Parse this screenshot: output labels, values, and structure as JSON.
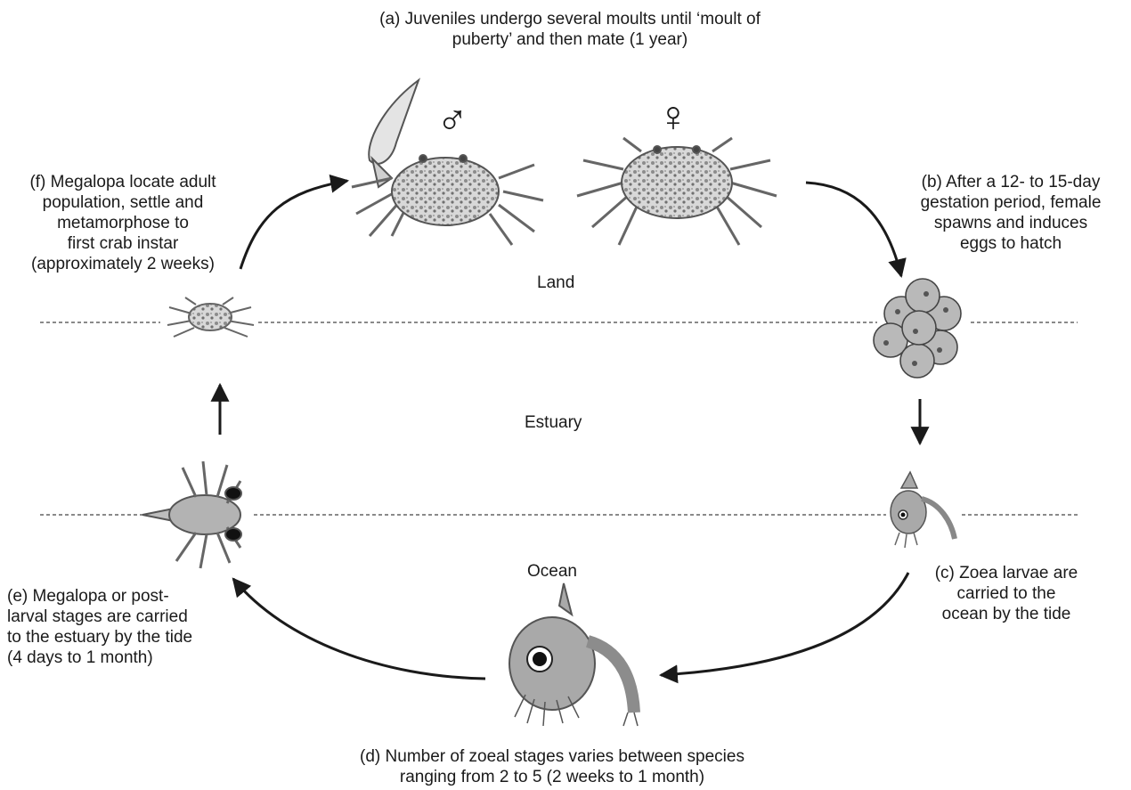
{
  "captions": {
    "a": [
      "(a) Juveniles undergo several moults until ‘moult of",
      "puberty’ and then mate (1 year)"
    ],
    "b": [
      "(b) After a 12- to 15-day",
      "gestation period, female",
      "spawns and induces",
      "eggs to hatch"
    ],
    "c": [
      "(c) Zoea larvae are",
      "carried to the",
      "ocean by the tide"
    ],
    "d": [
      "(d) Number of zoeal stages varies between species",
      "ranging from 2 to 5 (2 weeks to 1 month)"
    ],
    "e": [
      "(e) Megalopa or post-",
      "larval stages are carried",
      "to the estuary by the tide",
      "(4 days to 1 month)"
    ],
    "f": [
      "(f) Megalopa locate adult",
      "population, settle and",
      "metamorphose to",
      "first crab instar",
      "(approximately 2 weeks)"
    ]
  },
  "zones": {
    "land": "Land",
    "estuary": "Estuary",
    "ocean": "Ocean"
  },
  "symbols": {
    "male": "♂",
    "female": "♀"
  },
  "colors": {
    "ink": "#1a1a1a",
    "shell": "#a9a9a9",
    "egg": "#b9b9b9",
    "dash": "#8a8a8a"
  }
}
